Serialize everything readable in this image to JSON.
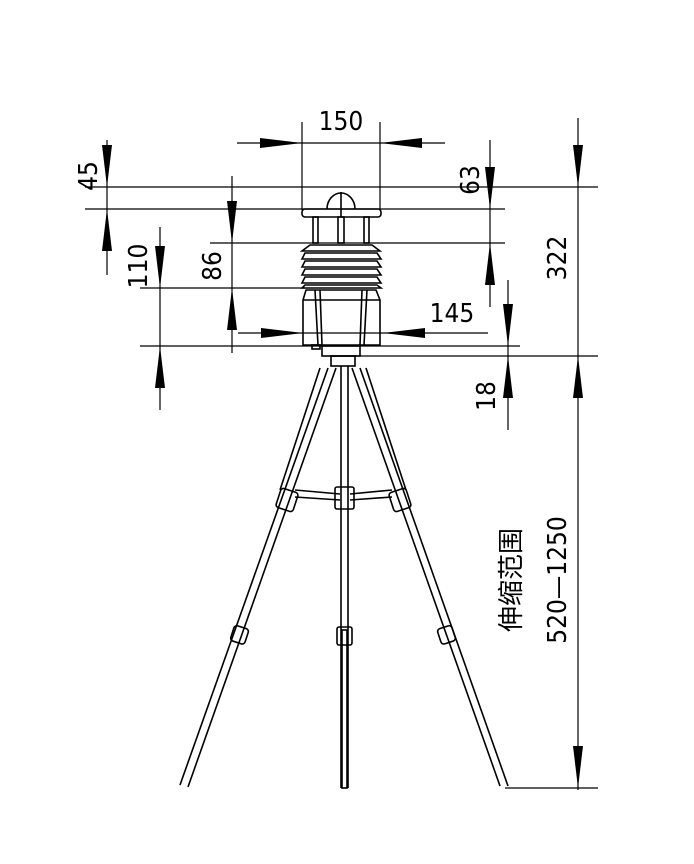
{
  "dimensions": {
    "shield_width": "150",
    "body_width": "145",
    "dome_height": "45",
    "upper_height": "63",
    "louver_height": "86",
    "body_height": "110",
    "base_height": "18",
    "total_height": "322"
  },
  "tripod": {
    "label": "伸缩范围",
    "range": "520—1250"
  },
  "colors": {
    "ink": "#000000",
    "background": "#ffffff"
  }
}
